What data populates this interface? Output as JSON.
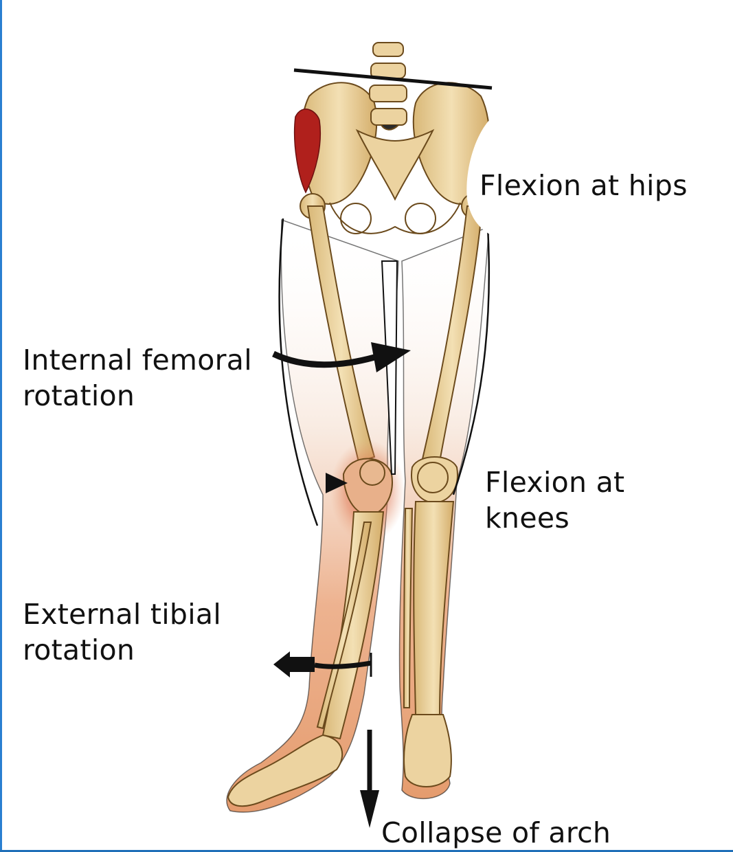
{
  "labels": {
    "hips": "Flexion at hips",
    "femoral_line1": "Internal femoral",
    "femoral_line2": "rotation",
    "knees_line1": "Flexion at",
    "knees_line2": "knees",
    "tibial_line1": "External tibial",
    "tibial_line2": "rotation",
    "arch": "Collapse of arch"
  },
  "colors": {
    "bone": "#e8cf9a",
    "bone_outline": "#6b4a1c",
    "skin_tint": "#e8a27a",
    "inflammation": "#d9533a",
    "muscle": "#b0201c",
    "arrow": "#111111"
  }
}
